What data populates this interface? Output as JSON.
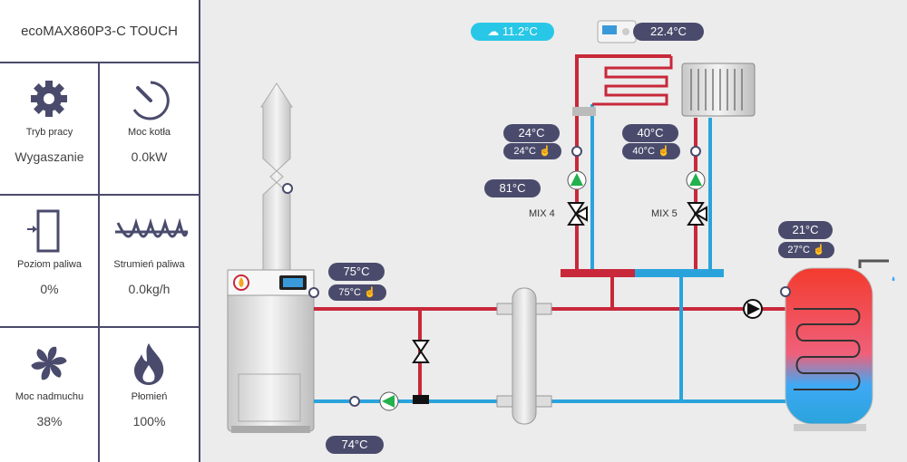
{
  "device": {
    "title": "ecoMAX860P3-C TOUCH"
  },
  "tiles": [
    {
      "icon": "gear-icon",
      "label": "Tryb pracy",
      "value": "Wygaszanie"
    },
    {
      "icon": "gauge-icon",
      "label": "Moc kotła",
      "value": "0.0kW"
    },
    {
      "icon": "fuel-level-icon",
      "label": "Poziom paliwa",
      "value": "0%"
    },
    {
      "icon": "auger-icon",
      "label": "Strumień paliwa",
      "value": "0.0kg/h"
    },
    {
      "icon": "fan-icon",
      "label": "Moc nadmuchu",
      "value": "38%"
    },
    {
      "icon": "flame-icon",
      "label": "Płomień",
      "value": "100%"
    }
  ],
  "readings": {
    "outdoor": "11.2°C",
    "room": "22.4°C",
    "flue": "81°C",
    "boiler_actual": "75°C",
    "boiler_set": "75°C",
    "return": "74°C",
    "mix4_actual": "24°C",
    "mix4_set": "24°C",
    "mix5_actual": "40°C",
    "mix5_set": "40°C",
    "dhw_actual": "21°C",
    "dhw_set": "27°C"
  },
  "mixers": {
    "mix4": "MIX 4",
    "mix5": "MIX 5"
  },
  "colors": {
    "hot": "#c8283a",
    "cold": "#2aa3dc",
    "badge": "#4a4b6c",
    "pump": "#22b14c"
  }
}
